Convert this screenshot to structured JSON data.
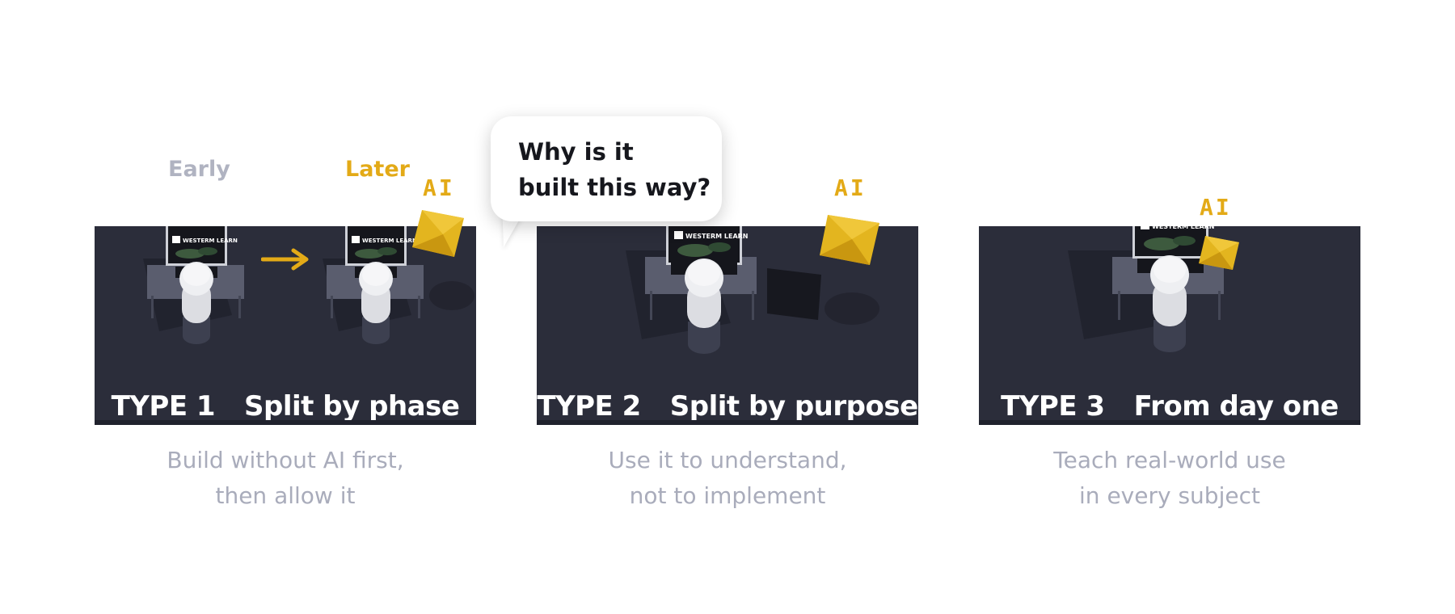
{
  "panels": [
    {
      "type_label": "TYPE 1",
      "title": "Split by phase",
      "caption_lines": [
        "Build without AI first,",
        "then allow it"
      ],
      "phase_labels": {
        "early": "Early",
        "later": "Later"
      },
      "ai_label": "AI",
      "screen_text": "WESTERM LEARN"
    },
    {
      "type_label": "TYPE 2",
      "title": "Split by purpose",
      "caption_lines": [
        "Use it to understand,",
        "not to implement"
      ],
      "ai_label": "AI",
      "screen_text": "WESTERM LEARN",
      "speech_bubble_lines": [
        "Why is it",
        "built this way?"
      ]
    },
    {
      "type_label": "TYPE 3",
      "title": "From day one",
      "caption_lines": [
        "Teach real-world use",
        "in every subject"
      ],
      "ai_label": "AI",
      "screen_text": "WESTERM LEARN"
    }
  ],
  "colors": {
    "panel_bg": "#2b2d3a",
    "accent_gold": "#e3aa17",
    "early_gray": "#b0b3c1",
    "caption_gray": "#a9acbb",
    "title_white": "#ffffff"
  },
  "icons": [
    "terminal-logo-icon",
    "arrow-right-icon",
    "ai-cube-icon",
    "person-figure-icon"
  ]
}
